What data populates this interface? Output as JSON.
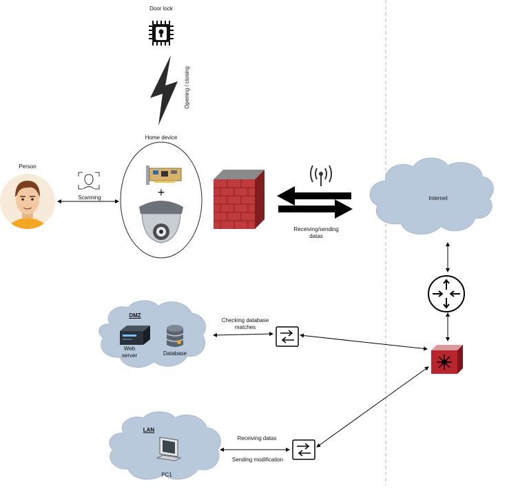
{
  "labels": {
    "door_lock": "Door lock",
    "opening_closing": "Opening / closing",
    "home_device": "Home device",
    "person": "Person",
    "scanning": "Scanning",
    "receiving_sending": "Receiving/sending",
    "datas": "datas",
    "internet": "Internet",
    "dmz": "DMZ",
    "web": "Web",
    "server": "server",
    "database": "Database",
    "checking_database": "Checking database",
    "matches": "matches",
    "lan": "LAN",
    "pc1": "PC1",
    "receiving_datas": "Receiving datas",
    "sending_modification": "Sending modification"
  },
  "colors": {
    "cloud_fill": "#b9c9dc",
    "cloud_stroke": "#a8b8cc",
    "firewall_red": "#c0393b",
    "router_red": "#b8262b",
    "arrow_black": "#000000",
    "divider": "#b0b0b0",
    "skin": "#f2c9a0",
    "shirt": "#f5a623"
  },
  "icons": [
    "chip-lock-icon",
    "lightning-icon",
    "face-scan-icon",
    "circuit-board-icon",
    "dome-camera-icon",
    "firewall-icon",
    "wireless-icon",
    "router-icon",
    "core-switch-icon",
    "switch-icon",
    "server-icon",
    "database-icon",
    "pc-icon",
    "person-avatar-icon"
  ]
}
